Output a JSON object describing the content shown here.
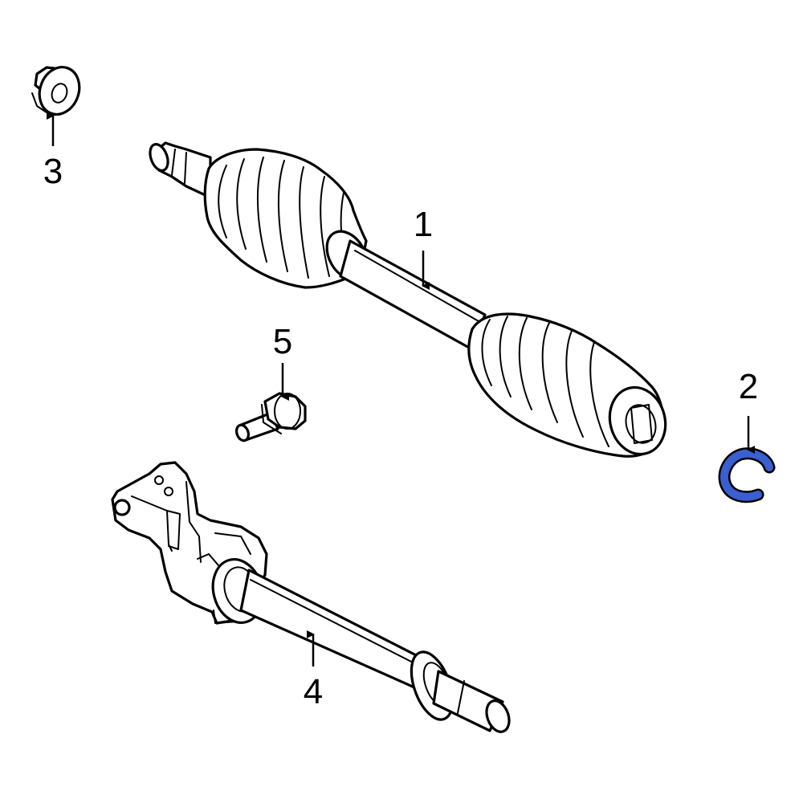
{
  "diagram": {
    "callouts": [
      {
        "id": "1",
        "label": "1"
      },
      {
        "id": "2",
        "label": "2"
      },
      {
        "id": "3",
        "label": "3"
      },
      {
        "id": "4",
        "label": "4"
      },
      {
        "id": "5",
        "label": "5"
      }
    ],
    "colors": {
      "line": "#000000",
      "highlight": "#3a5fd0",
      "background": "#ffffff"
    }
  }
}
